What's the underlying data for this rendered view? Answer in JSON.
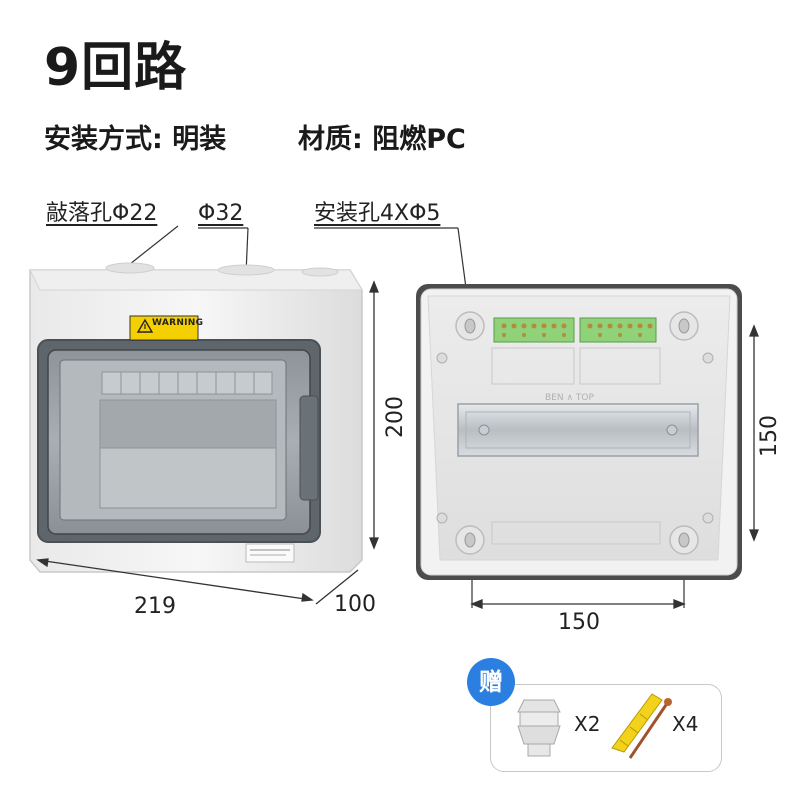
{
  "title": "9回路",
  "specs": {
    "install": "安装方式: 明装",
    "material": "材质: 阻燃PC"
  },
  "callouts": {
    "knockout": "敲落孔Φ22",
    "phi32": "Φ32",
    "mount_holes": "安装孔4XΦ5"
  },
  "dimensions": {
    "width": "219",
    "depth": "100",
    "height": "200",
    "hole_v": "150",
    "hole_h": "150"
  },
  "box_labels": {
    "warning": "WARNING",
    "rail_text": "BEN ∧ TOP"
  },
  "gift": {
    "tag": "赠",
    "gland_qty": "X2",
    "anchor_qty": "X4"
  },
  "colors": {
    "accent": "#2a7fe0",
    "warning": "#f5d000",
    "terminal": "#8fd27a"
  }
}
